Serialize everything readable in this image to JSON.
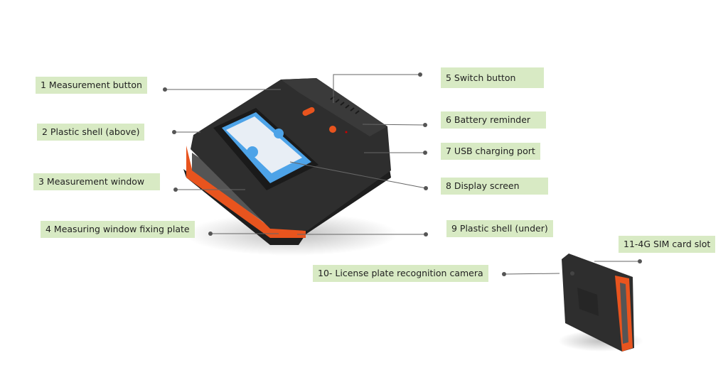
{
  "labels": [
    {
      "id": "1",
      "text": "1 Measurement button"
    },
    {
      "id": "2",
      "text": "2 Plastic shell (above)"
    },
    {
      "id": "3",
      "text": "3 Measurement window"
    },
    {
      "id": "4",
      "text": "4 Measuring window fixing plate"
    },
    {
      "id": "5",
      "text": "5 Switch button"
    },
    {
      "id": "6",
      "text": "6 Battery reminder"
    },
    {
      "id": "7",
      "text": "7 USB charging port"
    },
    {
      "id": "8",
      "text": "8 Display screen"
    },
    {
      "id": "9",
      "text": "9 Plastic shell (under)"
    },
    {
      "id": "10",
      "text": "10- License plate recognition camera"
    },
    {
      "id": "11",
      "text": "11-4G SIM card slot"
    }
  ],
  "colors": {
    "label_bg": "#d8eac4",
    "device_body": "#2b2b2b",
    "accent": "#e8541e",
    "screen": "#4da3e8"
  }
}
